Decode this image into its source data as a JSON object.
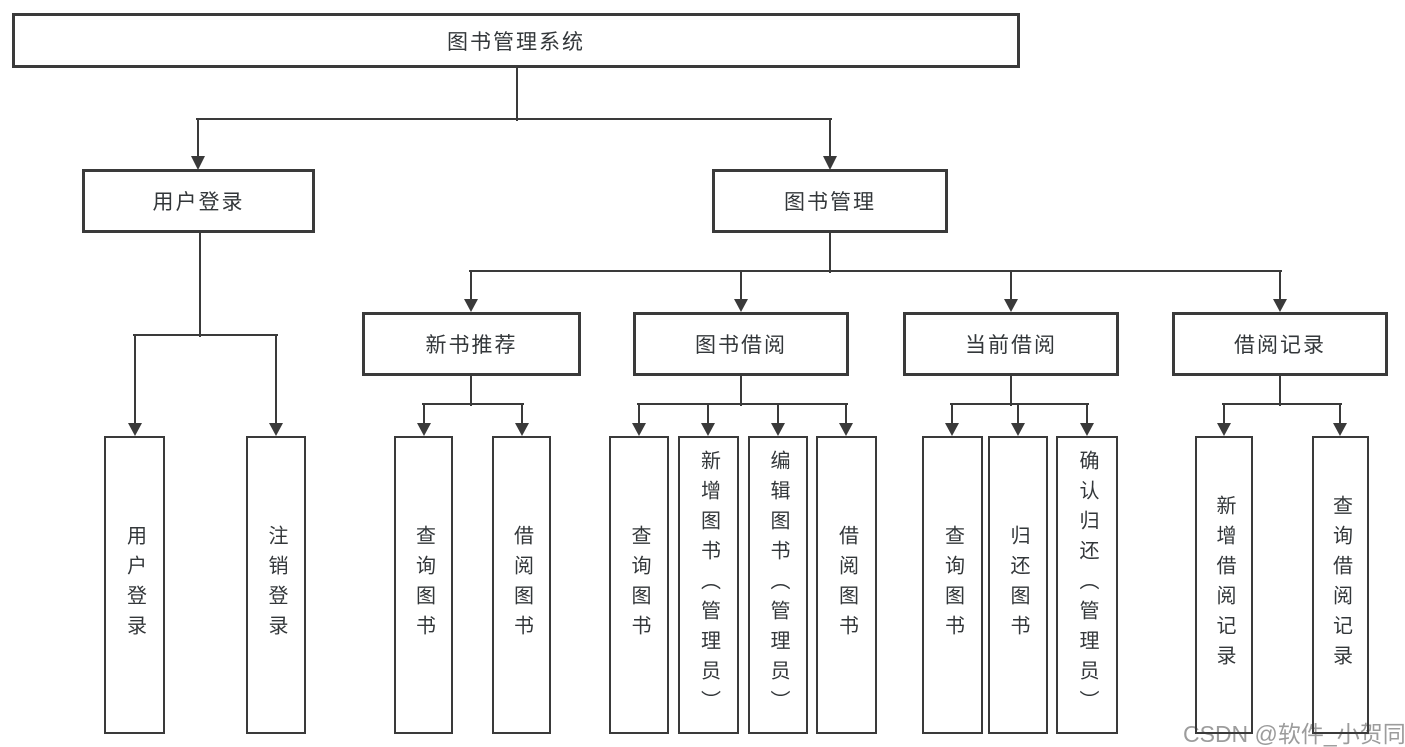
{
  "tree": {
    "root": "图书管理系统",
    "branches": [
      {
        "label": "用户登录",
        "children": [
          "用户登录",
          "注销登录"
        ]
      },
      {
        "label": "图书管理",
        "groups": [
          {
            "label": "新书推荐",
            "children": [
              "查询图书",
              "借阅图书"
            ]
          },
          {
            "label": "图书借阅",
            "children": [
              "查询图书",
              "新增图书（管理员）",
              "编辑图书（管理员）",
              "借阅图书"
            ]
          },
          {
            "label": "当前借阅",
            "children": [
              "查询图书",
              "归还图书",
              "确认归还（管理员）"
            ]
          },
          {
            "label": "借阅记录",
            "children": [
              "新增借阅记录",
              "查询借阅记录"
            ]
          }
        ]
      }
    ]
  },
  "watermark": "CSDN @软件_小贺同学",
  "colors": {
    "line": "#3a3a3a",
    "text": "#33373a",
    "watermark": "#9c9c9c",
    "background": "#ffffff"
  }
}
